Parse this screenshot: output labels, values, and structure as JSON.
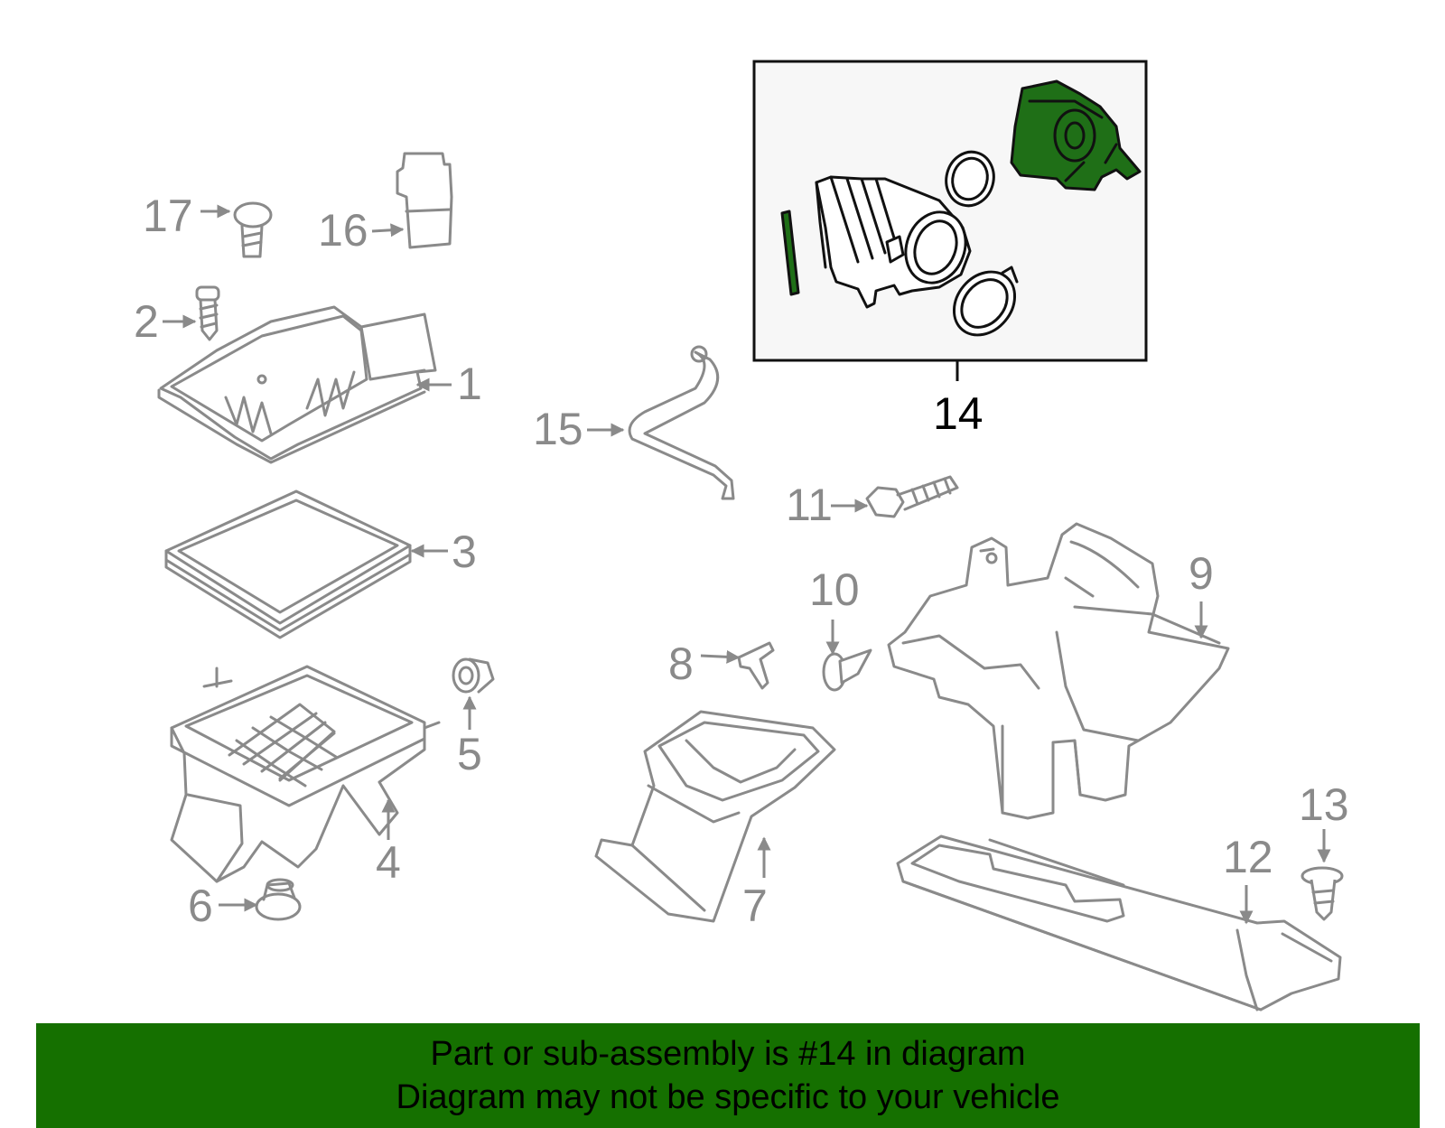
{
  "callouts": {
    "c1": "1",
    "c2": "2",
    "c3": "3",
    "c4": "4",
    "c5": "5",
    "c6": "6",
    "c7": "7",
    "c8": "8",
    "c9": "9",
    "c10": "10",
    "c11": "11",
    "c12": "12",
    "c13": "13",
    "c14": "14",
    "c15": "15",
    "c16": "16",
    "c17": "17"
  },
  "highlight": {
    "part_number": "14",
    "color": "#1f6f17"
  },
  "footer": {
    "line1": "Part or sub-assembly is #14 in diagram",
    "line2": "Diagram may not be specific to your vehicle",
    "background": "#157000"
  }
}
